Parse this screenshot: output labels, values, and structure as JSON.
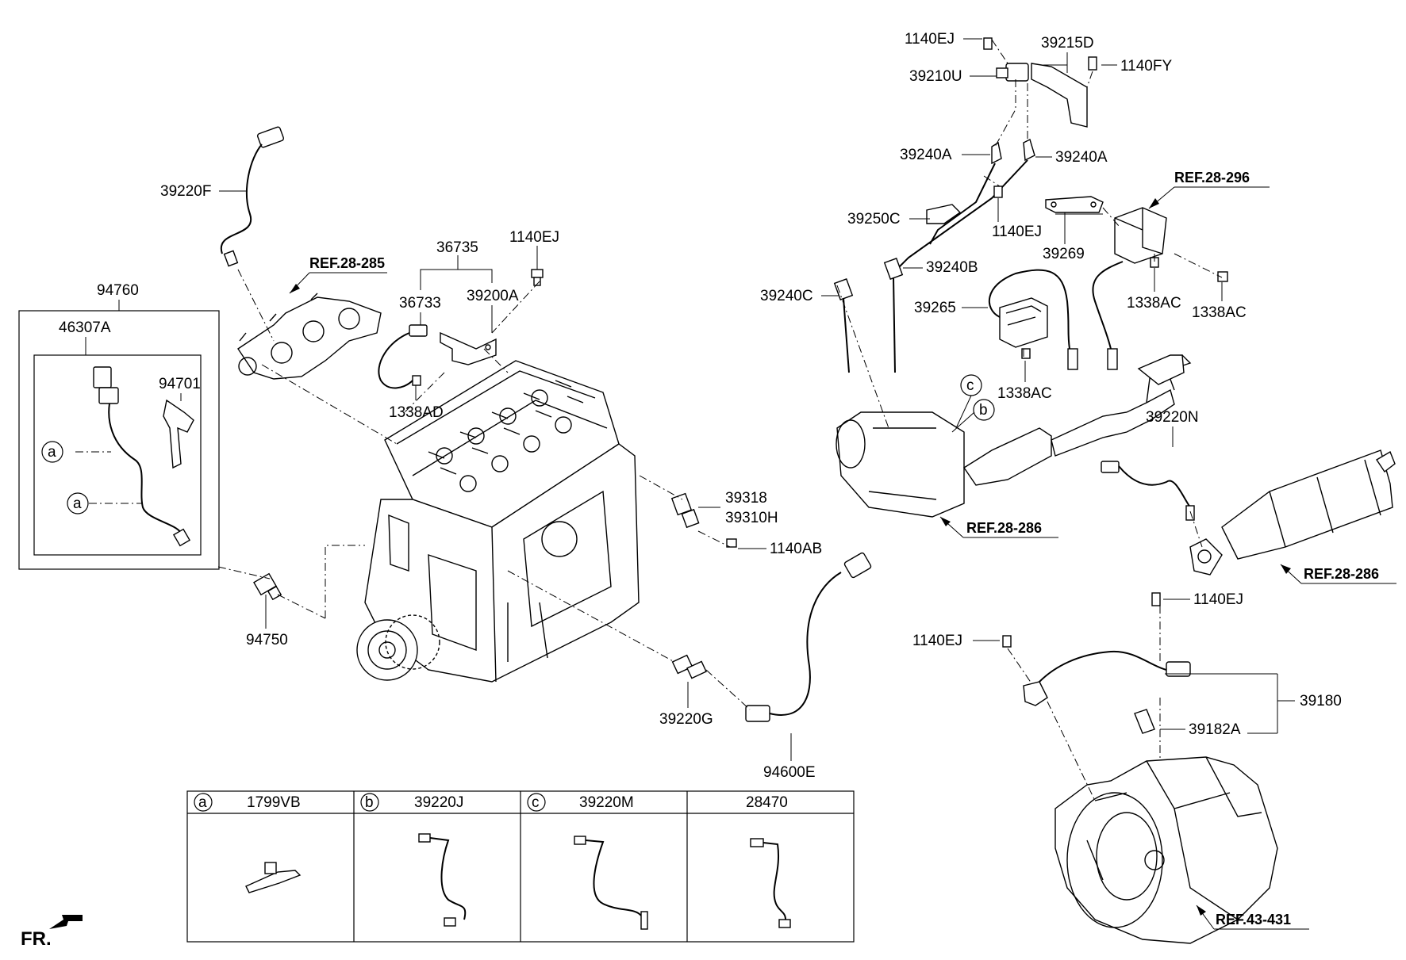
{
  "labels": {
    "p39220F": "39220F",
    "p94760": "94760",
    "p46307A": "46307A",
    "p94701": "94701",
    "p94750": "94750",
    "ref28285": "REF.28-285",
    "p36735": "36735",
    "p36733": "36733",
    "p39200A": "39200A",
    "p1140EJ_a": "1140EJ",
    "p1338AD": "1338AD",
    "p39318": "39318",
    "p39310H": "39310H",
    "p1140AB": "1140AB",
    "p39220G": "39220G",
    "p94600E": "94600E",
    "p1140EJ_b": "1140EJ",
    "p39215D": "39215D",
    "p39210U": "39210U",
    "p1140FY": "1140FY",
    "p39240A_l": "39240A",
    "p39240A_r": "39240A",
    "p39250C": "39250C",
    "p1140EJ_c": "1140EJ",
    "p39240B": "39240B",
    "p39240C": "39240C",
    "p39265": "39265",
    "p39269": "39269",
    "ref28296": "REF.28-296",
    "p1338AC_a": "1338AC",
    "p1338AC_b": "1338AC",
    "p1338AC_c": "1338AC",
    "ref28286_a": "REF.28-286",
    "p39220N": "39220N",
    "ref28286_b": "REF.28-286",
    "p1140EJ_d": "1140EJ",
    "p1140EJ_e": "1140EJ",
    "p39180": "39180",
    "p39182A": "39182A",
    "ref43431": "REF.43-431",
    "fr": "FR."
  },
  "callouts": {
    "a": "a",
    "b": "b",
    "c": "c"
  },
  "legend": [
    {
      "key": "a",
      "part": "1799VB"
    },
    {
      "key": "b",
      "part": "39220J"
    },
    {
      "key": "c",
      "part": "39220M"
    },
    {
      "key": "",
      "part": "28470"
    }
  ]
}
